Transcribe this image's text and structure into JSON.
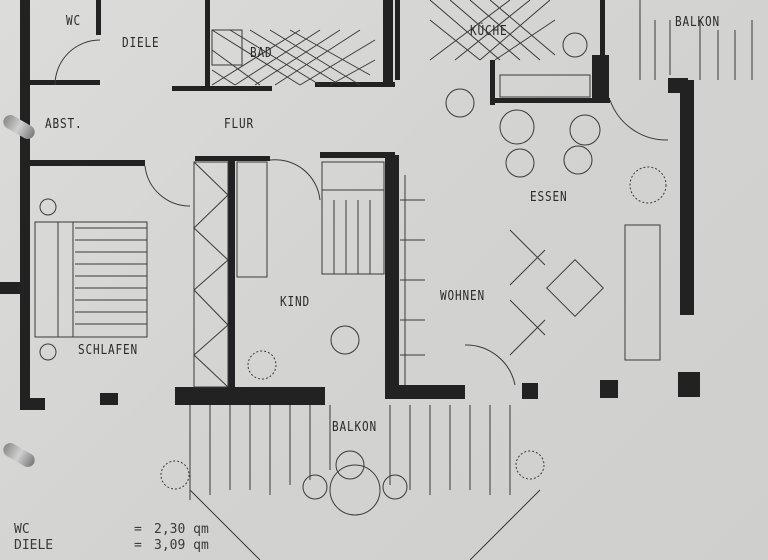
{
  "floor_plan": {
    "rooms": [
      {
        "label": "WC"
      },
      {
        "label": "DIELE"
      },
      {
        "label": "BAD"
      },
      {
        "label": "KÜCHE"
      },
      {
        "label": "BALKON"
      },
      {
        "label": "ABST."
      },
      {
        "label": "FLUR"
      },
      {
        "label": "ESSEN"
      },
      {
        "label": "KIND"
      },
      {
        "label": "WOHNEN"
      },
      {
        "label": "SCHLAFEN"
      },
      {
        "label": "BALKON"
      }
    ],
    "area_table": [
      {
        "name": "WC",
        "eq": "=",
        "value": "2,30 qm"
      },
      {
        "name": "DIELE",
        "eq": "=",
        "value": "3,09 qm"
      }
    ]
  },
  "colors": {
    "paper": "#d8d8d6",
    "wall": "#1f1f1f",
    "line": "#3a3a3a"
  }
}
